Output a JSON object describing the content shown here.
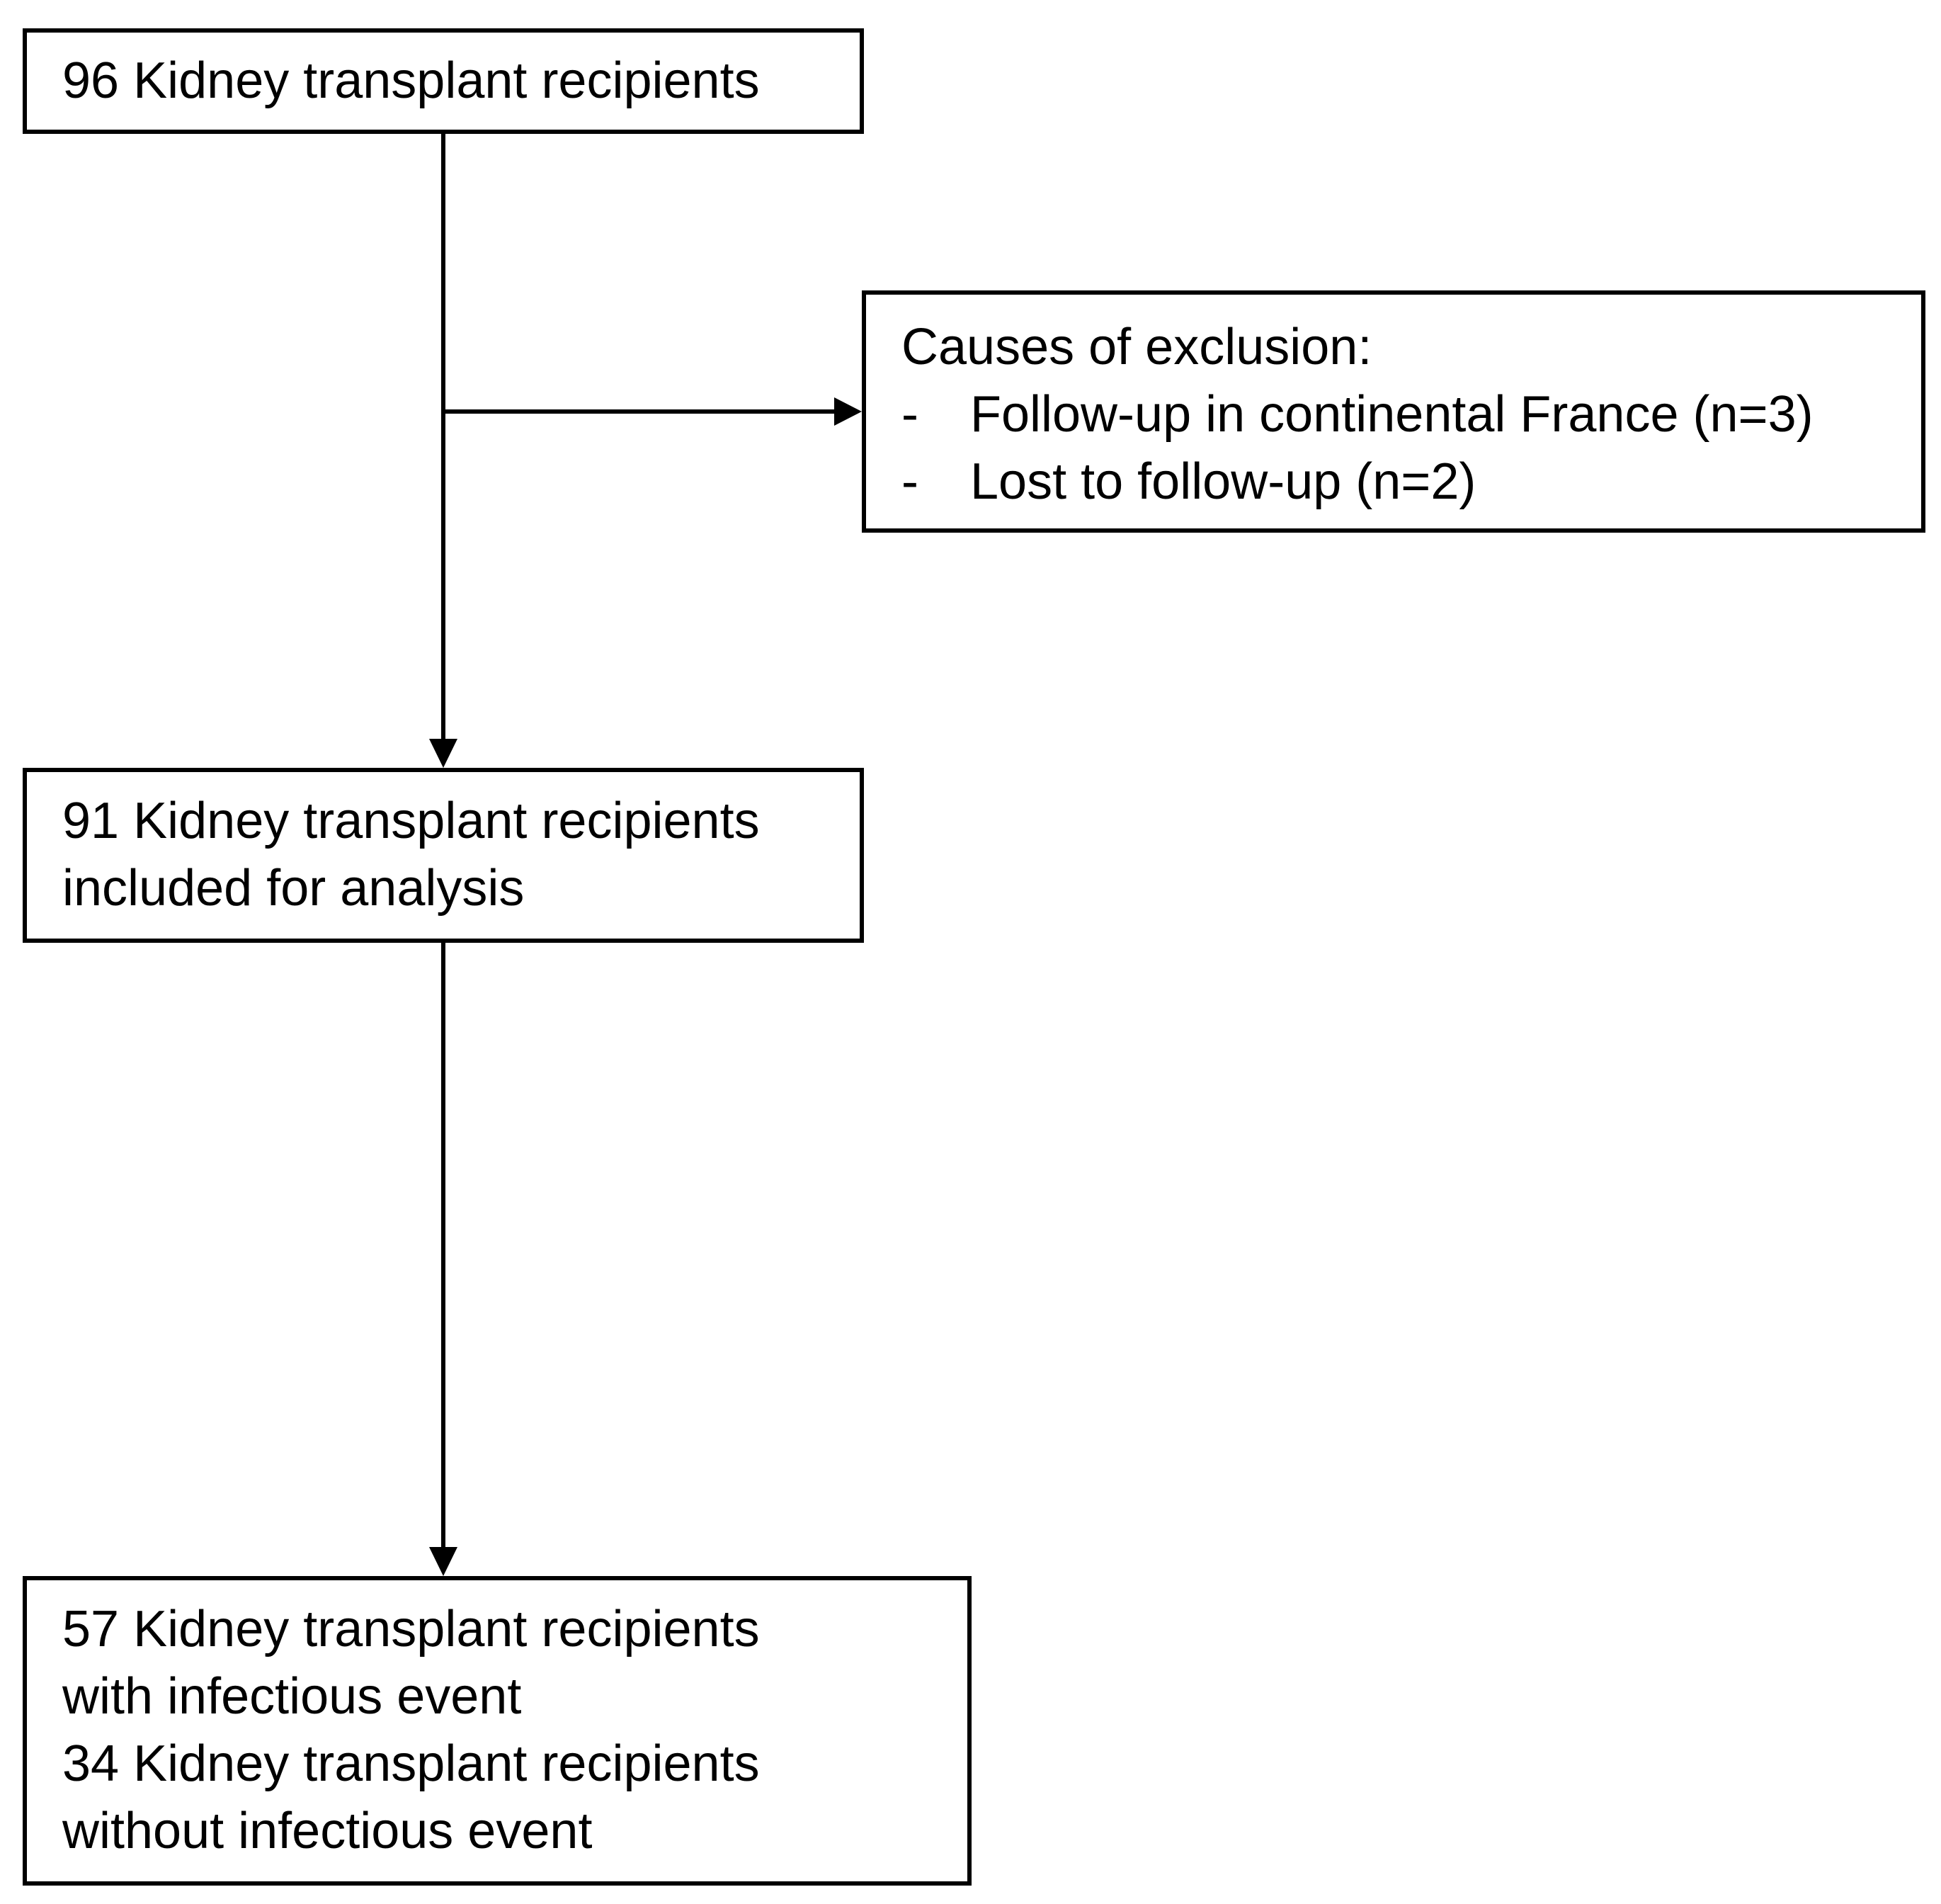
{
  "boxes": {
    "total": {
      "lines": [
        "96 Kidney transplant recipients"
      ]
    },
    "exclusion": {
      "heading": "Causes of exclusion:",
      "items": [
        {
          "marker": "-",
          "text": "Follow-up in continental France (n=3)"
        },
        {
          "marker": "-",
          "text": "Lost to follow-up (n=2)"
        }
      ]
    },
    "included": {
      "lines": [
        "91 Kidney transplant recipients",
        "included for analysis"
      ]
    },
    "outcome": {
      "lines": [
        "57 Kidney transplant recipients",
        "with infectious event",
        "34 Kidney transplant recipients",
        "without infectious event"
      ]
    }
  },
  "colors": {
    "stroke": "#000000",
    "background": "#ffffff"
  }
}
